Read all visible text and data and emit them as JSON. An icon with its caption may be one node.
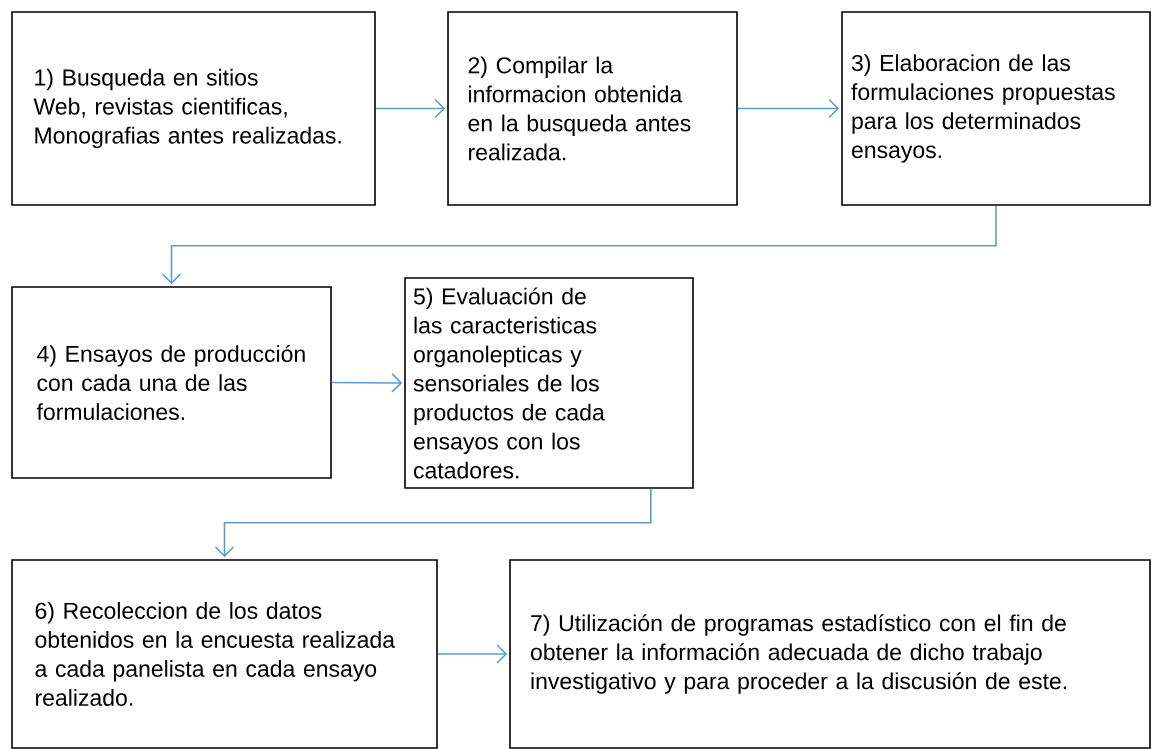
{
  "diagram": {
    "nodes": [
      {
        "text": [
          "1) Busqueda en sitios Web, revistas cientificas, Monografias antes realizadas."
        ]
      },
      {
        "text": [
          "2) Compilar la informacion obtenida en la busqueda antes realizada."
        ]
      },
      {
        "text": [
          "3) Elaboracion de las formulaciones propuestas para los determinados ensayos."
        ]
      },
      {
        "text": [
          "4) Ensayos de producción con cada una de las formulaciones."
        ]
      },
      {
        "text": [
          "5) Evaluación de las caracteristicas organolepticas y sensoriales de los productos de cada ensayos con los catadores."
        ]
      },
      {
        "text": [
          "6) Recoleccion de los datos obtenidos en la encuesta realizada a cada panelista en cada ensayo realizado."
        ]
      },
      {
        "text": [
          "7) Utilización de programas estadístico con el fin de obtener la información adecuada de dicho trabajo investigativo y para proceder a la discusión de este."
        ]
      }
    ],
    "edges": [
      {
        "from": 0,
        "to": 1,
        "arrow": "to"
      },
      {
        "from": 1,
        "to": 2,
        "arrow": "to"
      },
      {
        "from": 2,
        "to": 3,
        "arrow": "to"
      },
      {
        "from": 3,
        "to": 4,
        "arrow": "to"
      },
      {
        "from": 4,
        "to": 5,
        "arrow": "to"
      },
      {
        "from": 5,
        "to": 6,
        "arrow": "to"
      }
    ]
  }
}
